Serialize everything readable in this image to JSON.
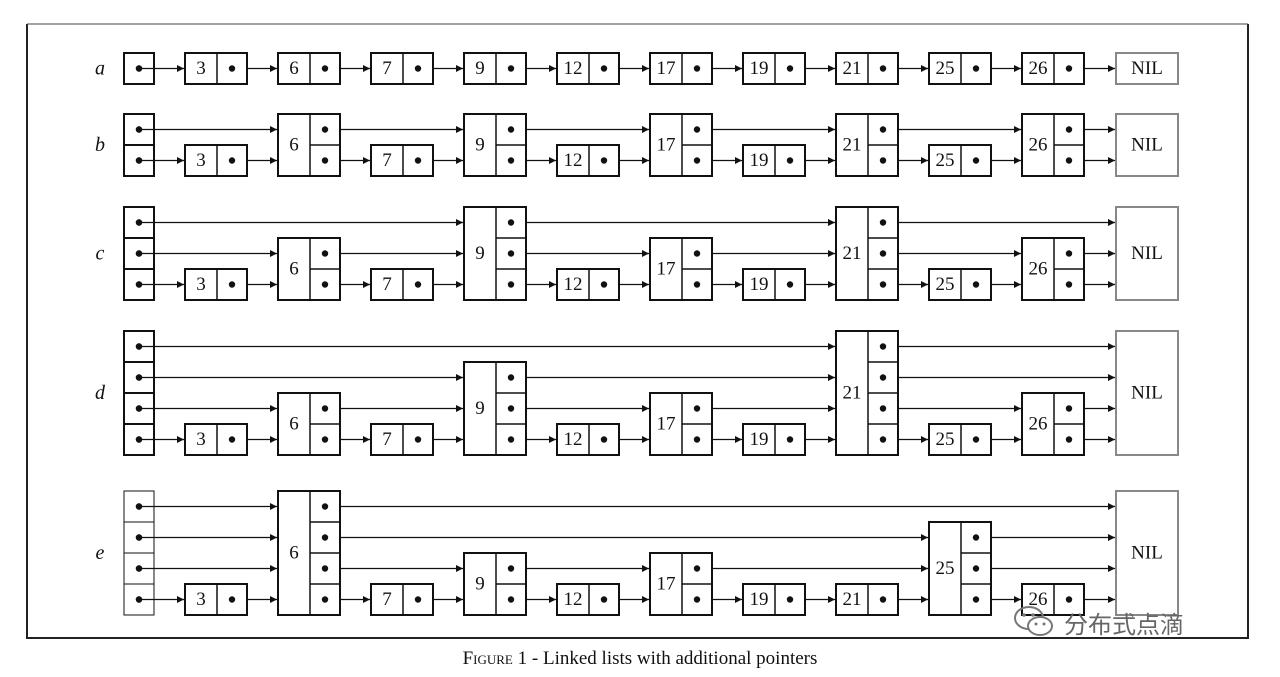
{
  "figure": {
    "rows": [
      {
        "label": "a",
        "levels": 1,
        "heads": 1,
        "nodes": [
          {
            "key": "3",
            "h": 1
          },
          {
            "key": "6",
            "h": 1
          },
          {
            "key": "7",
            "h": 1
          },
          {
            "key": "9",
            "h": 1
          },
          {
            "key": "12",
            "h": 1
          },
          {
            "key": "17",
            "h": 1
          },
          {
            "key": "19",
            "h": 1
          },
          {
            "key": "21",
            "h": 1
          },
          {
            "key": "25",
            "h": 1
          },
          {
            "key": "26",
            "h": 1
          }
        ]
      },
      {
        "label": "b",
        "levels": 2,
        "heads": 2,
        "nodes": [
          {
            "key": "3",
            "h": 1
          },
          {
            "key": "6",
            "h": 2
          },
          {
            "key": "7",
            "h": 1
          },
          {
            "key": "9",
            "h": 2
          },
          {
            "key": "12",
            "h": 1
          },
          {
            "key": "17",
            "h": 2
          },
          {
            "key": "19",
            "h": 1
          },
          {
            "key": "21",
            "h": 2
          },
          {
            "key": "25",
            "h": 1
          },
          {
            "key": "26",
            "h": 2
          }
        ]
      },
      {
        "label": "c",
        "levels": 3,
        "heads": 3,
        "nodes": [
          {
            "key": "3",
            "h": 1
          },
          {
            "key": "6",
            "h": 2
          },
          {
            "key": "7",
            "h": 1
          },
          {
            "key": "9",
            "h": 3
          },
          {
            "key": "12",
            "h": 1
          },
          {
            "key": "17",
            "h": 2
          },
          {
            "key": "19",
            "h": 1
          },
          {
            "key": "21",
            "h": 3
          },
          {
            "key": "25",
            "h": 1
          },
          {
            "key": "26",
            "h": 2
          }
        ]
      },
      {
        "label": "d",
        "levels": 4,
        "heads": 4,
        "nodes": [
          {
            "key": "3",
            "h": 1
          },
          {
            "key": "6",
            "h": 2
          },
          {
            "key": "7",
            "h": 1
          },
          {
            "key": "9",
            "h": 3
          },
          {
            "key": "12",
            "h": 1
          },
          {
            "key": "17",
            "h": 2
          },
          {
            "key": "19",
            "h": 1
          },
          {
            "key": "21",
            "h": 4
          },
          {
            "key": "25",
            "h": 1
          },
          {
            "key": "26",
            "h": 2
          }
        ]
      },
      {
        "label": "e",
        "levels": 4,
        "heads": 4,
        "nodes": [
          {
            "key": "3",
            "h": 1
          },
          {
            "key": "6",
            "h": 4
          },
          {
            "key": "7",
            "h": 1
          },
          {
            "key": "9",
            "h": 2
          },
          {
            "key": "12",
            "h": 1
          },
          {
            "key": "17",
            "h": 2
          },
          {
            "key": "19",
            "h": 1
          },
          {
            "key": "21",
            "h": 1
          },
          {
            "key": "25",
            "h": 3
          },
          {
            "key": "26",
            "h": 1
          }
        ]
      }
    ],
    "nil_label": "NIL",
    "colors": {
      "stroke": "#111111",
      "nil_stroke": "#888888",
      "frame": "#222222"
    }
  },
  "caption": {
    "smallcaps": "Figure",
    "text": " 1 - Linked lists with additional pointers"
  },
  "watermark": {
    "text": "分布式点滴",
    "icon": "wechat-icon"
  }
}
